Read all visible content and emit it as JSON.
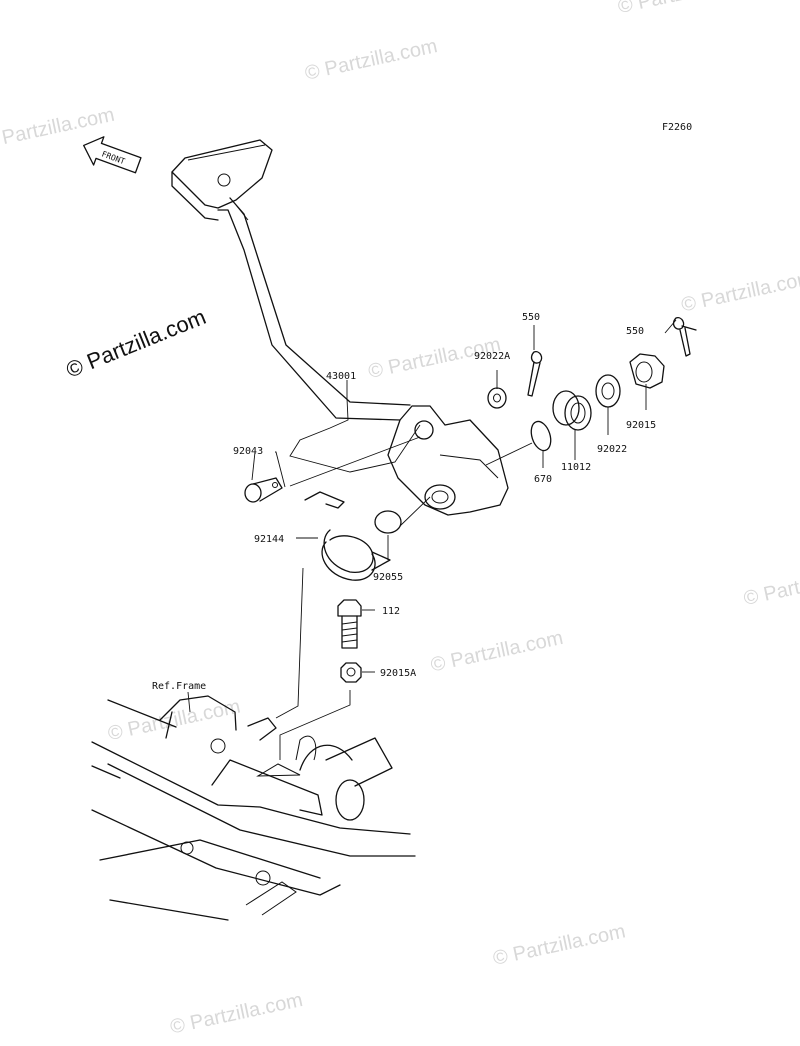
{
  "diagram": {
    "code": "F2260",
    "front_label": "FRONT",
    "ref_label": "Ref.Frame",
    "watermark": "© Partzilla.com",
    "parts": [
      {
        "id": "43001"
      },
      {
        "id": "92043"
      },
      {
        "id": "92022A"
      },
      {
        "id": "550"
      },
      {
        "id": "550b",
        "text": "550"
      },
      {
        "id": "92015"
      },
      {
        "id": "92022"
      },
      {
        "id": "11012"
      },
      {
        "id": "670"
      },
      {
        "id": "92144"
      },
      {
        "id": "92055"
      },
      {
        "id": "112"
      },
      {
        "id": "92015A"
      }
    ]
  }
}
